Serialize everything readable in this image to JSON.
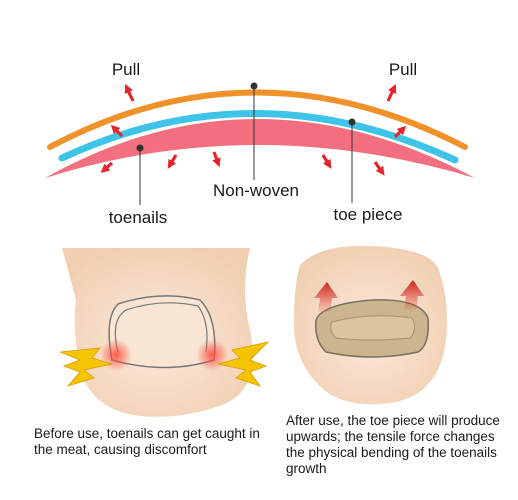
{
  "labels": {
    "pull_left": "Pull",
    "pull_right": "Pull",
    "non_woven": "Non-woven",
    "toenails": "toenails",
    "toe_piece": "toe piece"
  },
  "captions": {
    "before": "Before use, toenails can get caught in the meat, causing discomfort",
    "after": "After use, the toe piece will produce upwards; the tensile force changes the physical bending of the toenails growth"
  },
  "colors": {
    "orange_layer": "#f0912a",
    "cyan_layer": "#3ec4e8",
    "pink_layer": "#f26f7f",
    "arrow_red": "#e3262e",
    "skin": "#f6ddc6",
    "pain_yellow": "#f5c400"
  }
}
